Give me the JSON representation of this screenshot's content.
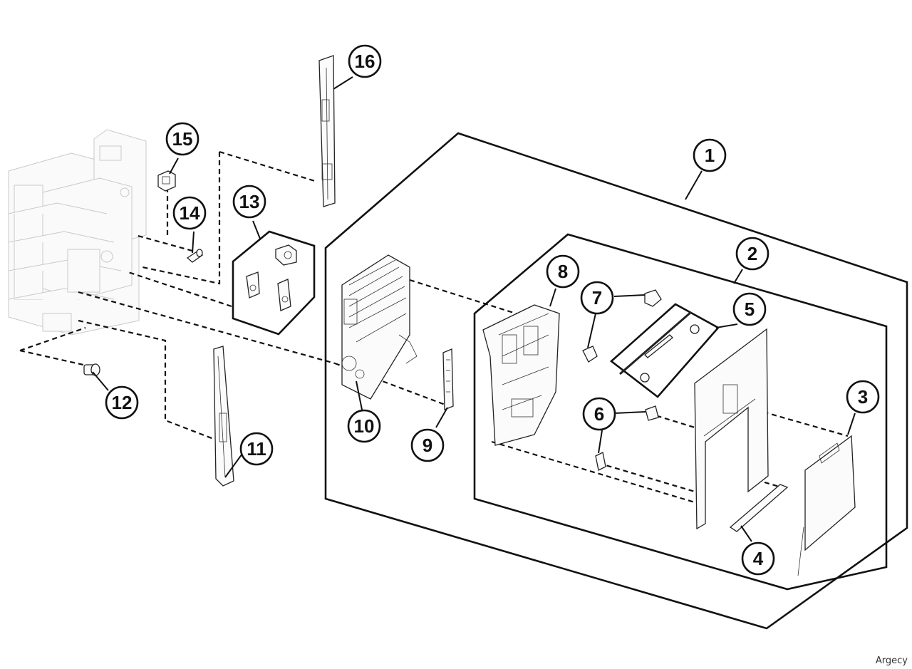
{
  "callouts": [
    {
      "id": "1",
      "label": "1"
    },
    {
      "id": "2",
      "label": "2"
    },
    {
      "id": "3",
      "label": "3"
    },
    {
      "id": "4",
      "label": "4"
    },
    {
      "id": "5",
      "label": "5"
    },
    {
      "id": "6",
      "label": "6"
    },
    {
      "id": "7",
      "label": "7"
    },
    {
      "id": "8",
      "label": "8"
    },
    {
      "id": "9",
      "label": "9"
    },
    {
      "id": "10",
      "label": "10"
    },
    {
      "id": "11",
      "label": "11"
    },
    {
      "id": "12",
      "label": "12"
    },
    {
      "id": "13",
      "label": "13"
    },
    {
      "id": "14",
      "label": "14"
    },
    {
      "id": "15",
      "label": "15"
    },
    {
      "id": "16",
      "label": "16"
    }
  ],
  "watermark": "Argecy"
}
